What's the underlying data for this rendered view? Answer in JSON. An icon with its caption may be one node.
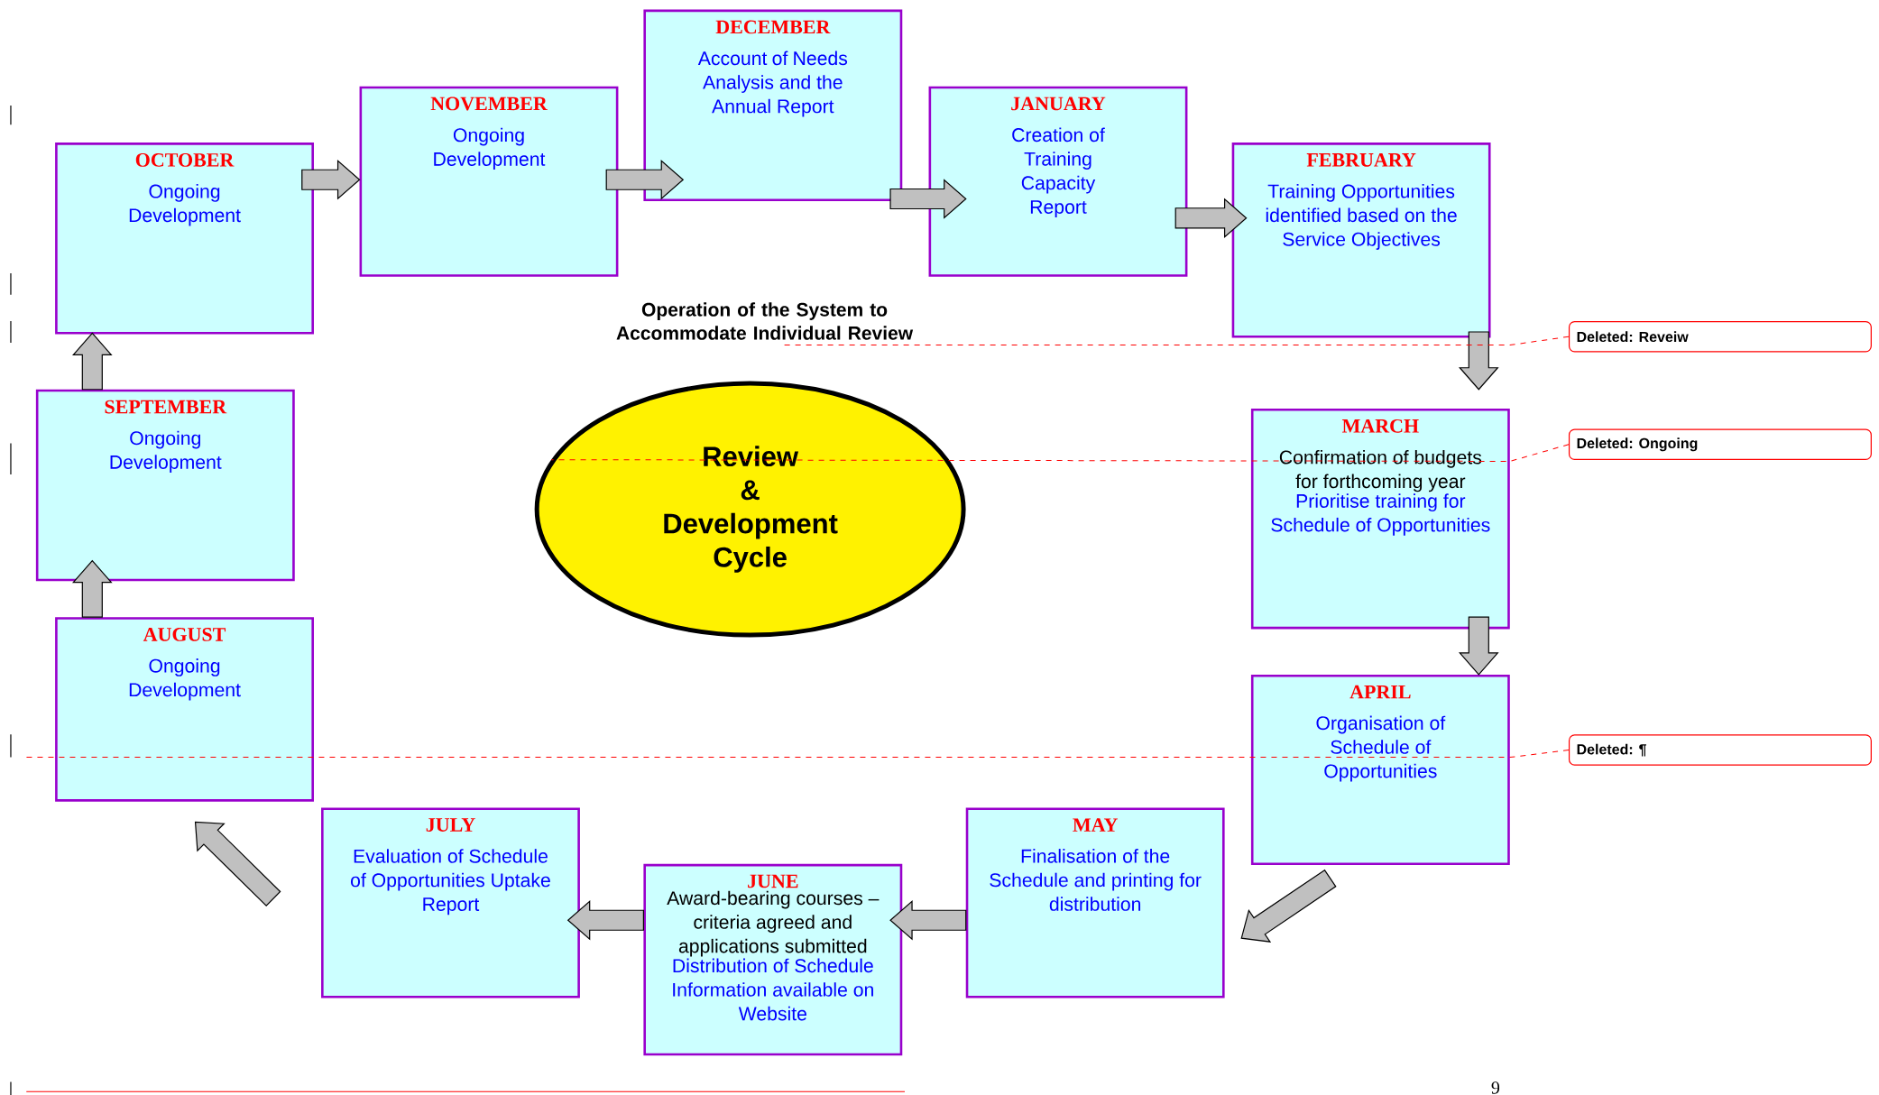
{
  "diagram": {
    "title": "Operation of the System to Accommodate Individual Review",
    "nodes": [
      {
        "text": [
          "OCTOBER",
          "Ongoing Development"
        ]
      },
      {
        "text": [
          "NOVEMBER",
          "Ongoing Development"
        ]
      },
      {
        "text": [
          "DECEMBER",
          "Account of Needs Analysis and the Annual Report"
        ]
      },
      {
        "text": [
          "JANUARY",
          "Creation of Training Capacity Report"
        ]
      },
      {
        "text": [
          "FEBRUARY",
          "Training Opportunities identified based on the Service Objectives"
        ]
      },
      {
        "text": [
          "MARCH",
          "Confirmation of budgets for forthcoming year",
          "Prioritise training for Schedule of Opportunities"
        ]
      },
      {
        "text": [
          "APRIL",
          "Organisation of Schedule of Opportunities"
        ]
      },
      {
        "text": [
          "MAY",
          "Finalisation of the Schedule and printing for distribution"
        ]
      },
      {
        "text": [
          "JUNE",
          "Award-bearing courses – criteria agreed and applications submitted",
          "Distribution of Schedule Information available on Website"
        ]
      },
      {
        "text": [
          "JULY",
          "Evaluation of Schedule of Opportunities Uptake Report"
        ]
      },
      {
        "text": [
          "AUGUST",
          "Ongoing Development"
        ]
      },
      {
        "text": [
          "SEPTEMBER",
          "Ongoing Development"
        ]
      },
      {
        "text": [
          "Review & Development Cycle"
        ]
      },
      {
        "text": [
          "Deleted: Reveiw"
        ]
      },
      {
        "text": [
          "Deleted: Ongoing"
        ]
      },
      {
        "text": [
          "Deleted: ¶"
        ]
      }
    ],
    "edges": [
      {
        "from": 0,
        "to": 1,
        "arrow": "to"
      },
      {
        "from": 1,
        "to": 2,
        "arrow": "to"
      },
      {
        "from": 2,
        "to": 3,
        "arrow": "to"
      },
      {
        "from": 3,
        "to": 4,
        "arrow": "to"
      },
      {
        "from": 4,
        "to": 5,
        "arrow": "to"
      },
      {
        "from": 5,
        "to": 6,
        "arrow": "to"
      },
      {
        "from": 6,
        "to": 7,
        "arrow": "to"
      },
      {
        "from": 7,
        "to": 8,
        "arrow": "to"
      },
      {
        "from": 8,
        "to": 9,
        "arrow": "to"
      },
      {
        "from": 9,
        "to": 10,
        "arrow": "to"
      },
      {
        "from": 10,
        "to": 11,
        "arrow": "to"
      },
      {
        "from": 11,
        "to": 0,
        "arrow": "to"
      },
      {
        "from": 13,
        "to": null,
        "arrow": "none",
        "style": "dashed",
        "color": "#ff0000"
      },
      {
        "from": 14,
        "to": 12,
        "arrow": "none",
        "style": "dashed",
        "color": "#ff0000"
      },
      {
        "from": 15,
        "to": null,
        "arrow": "none",
        "style": "dashed",
        "color": "#ff0000"
      }
    ],
    "labels": [
      "9"
    ]
  }
}
